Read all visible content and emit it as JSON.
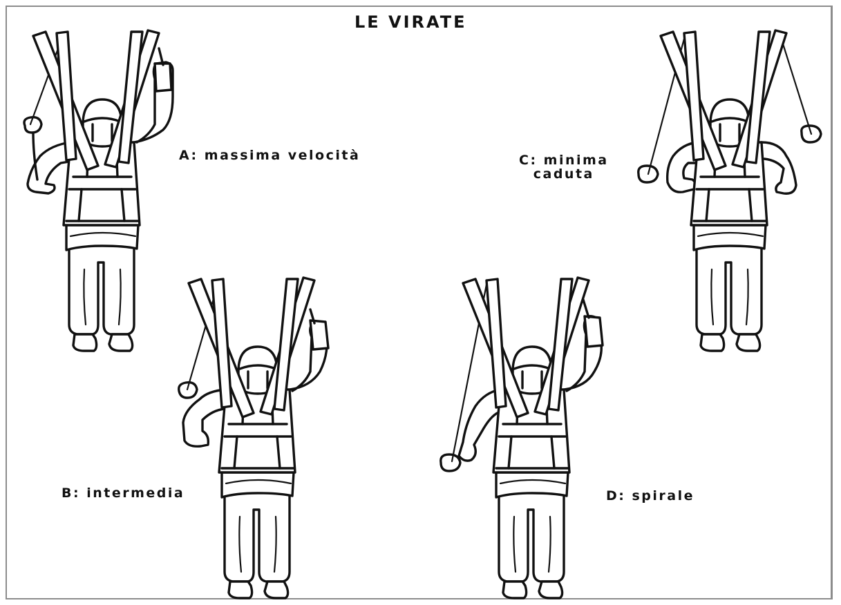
{
  "title": "LE VIRATE",
  "labels": {
    "a": "A: massima velocità",
    "b": "B: intermedia",
    "c_line1": "C: minima",
    "c_line2": "caduta",
    "d": "D: spirale"
  },
  "colors": {
    "ink": "#111111",
    "background": "#ffffff",
    "frame": "#8c8c8c"
  }
}
